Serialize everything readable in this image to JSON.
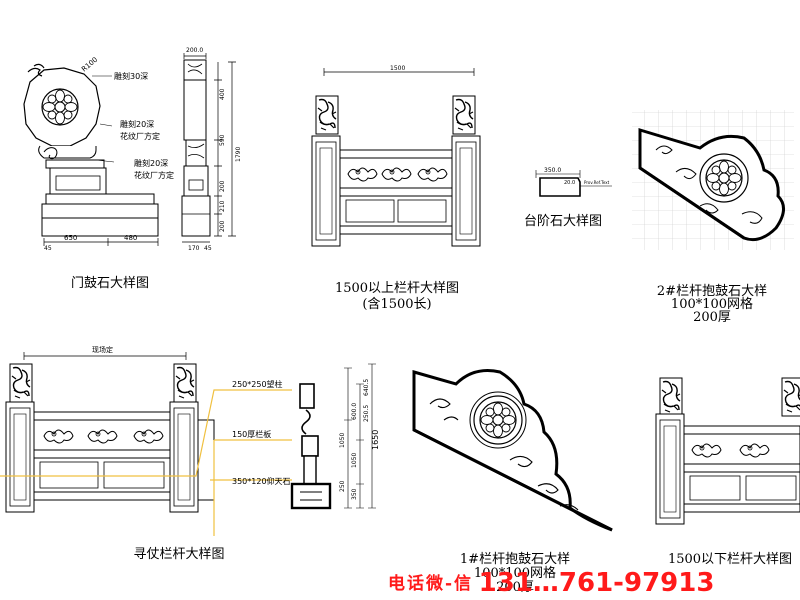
{
  "drawings": {
    "gate_drum": {
      "title": "门鼓石大样图",
      "notes": [
        "雕刻30深",
        "雕刻20深",
        "花纹厂方定",
        "雕刻20深",
        "花纹厂方定"
      ],
      "dims": [
        "R100",
        "650",
        "480",
        "200.0",
        "400",
        "590",
        "1790",
        "200",
        "210",
        "200",
        "45",
        "170",
        "45"
      ]
    },
    "rail_above": {
      "title": "1500以上栏杆大样图",
      "subtitle": "(含1500长)",
      "dims": [
        "1500"
      ]
    },
    "step_stone": {
      "title": "台阶石大样图",
      "dims": [
        "350.0",
        "20.0",
        "Prov.Ref.Text"
      ]
    },
    "drum2": {
      "title": "2#栏杆抱鼓石大样",
      "grid": "100*100网格",
      "thickness": "200厚"
    },
    "rail_standard": {
      "title": "寻仗栏杆大样图",
      "dims": [
        "现场定"
      ],
      "callouts": [
        "250*250望柱",
        "150厚栏板",
        "350*120仰天石"
      ],
      "heights": [
        "1650",
        "600.0",
        "1050",
        "250",
        "1050",
        "350",
        "640.5",
        "250.5"
      ]
    },
    "drum1": {
      "title": "1#栏杆抱鼓石大样",
      "grid": "100*100网格",
      "thickness": "200厚"
    },
    "rail_below": {
      "title": "1500以下栏杆大样图"
    }
  },
  "watermark": {
    "label": "电话微-信",
    "number": "131…761-97913",
    "color": "#ff1a1a"
  }
}
